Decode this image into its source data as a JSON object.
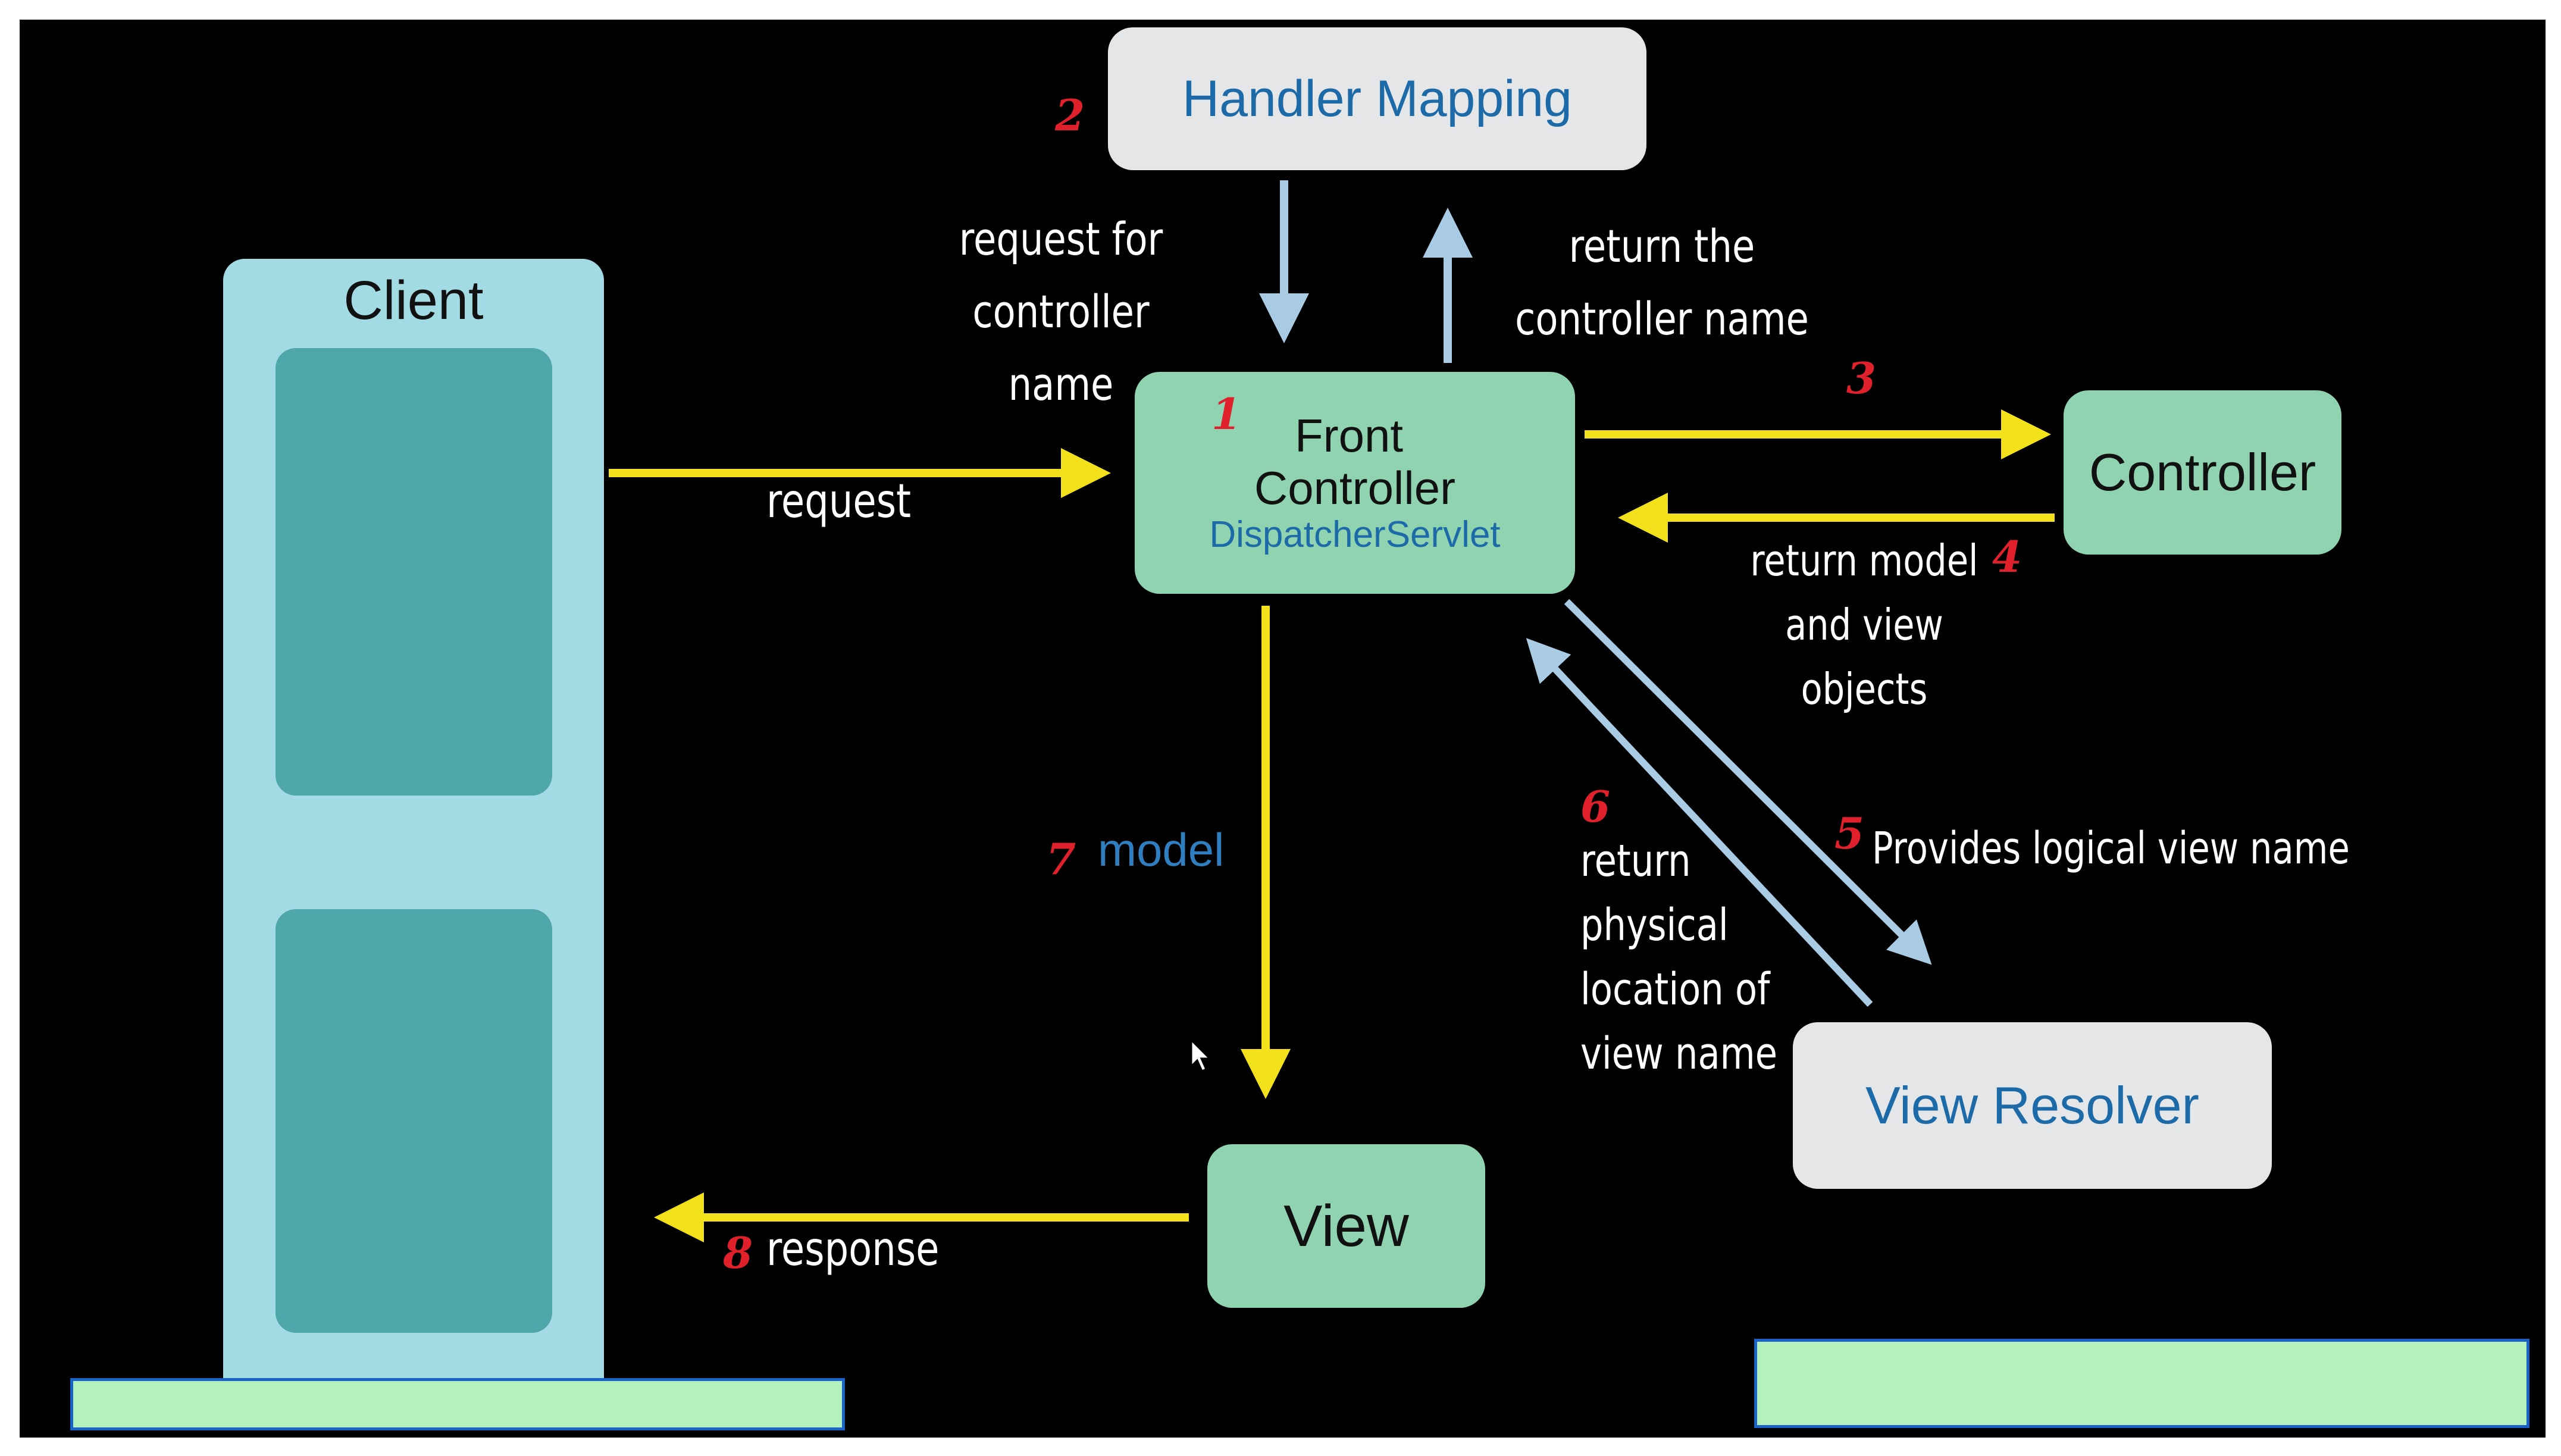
{
  "nodes": {
    "handler_mapping": "Handler Mapping",
    "front_controller_line1": "Front",
    "front_controller_line2": "Controller",
    "front_controller_sub": "DispatcherServlet",
    "controller": "Controller",
    "view_resolver": "View Resolver",
    "view": "View",
    "client": "Client"
  },
  "labels": {
    "request_for_controller_line1": "request for controller",
    "request_for_controller_line2": "name",
    "return_controller_line1": "return the",
    "return_controller_line2": "controller name",
    "request": "request",
    "return_model_line1": "return model",
    "return_model_line2": "and view",
    "return_model_line3": "objects",
    "provides_logical": "Provides logical view name",
    "return_physical_line1": "return",
    "return_physical_line2": "physical",
    "return_physical_line3": "location of",
    "return_physical_line4": "view name",
    "model": "model",
    "response": "response"
  },
  "step_numbers": {
    "s1": "1",
    "s2": "2",
    "s3": "3",
    "s4": "4",
    "s5": "5",
    "s6": "6",
    "s7": "7",
    "s8": "8"
  },
  "colors": {
    "background": "#000000",
    "grey_box": "#e4e6e8",
    "green_box": "#8fd3b0",
    "client_outer": "#a3dbe5",
    "client_inner": "#4fa6ab",
    "yellow_arrow": "#f3e11c",
    "blue_arrow": "#a9cbe3",
    "step_number": "#e0202a",
    "overlay_green": "#b3f2bd"
  }
}
